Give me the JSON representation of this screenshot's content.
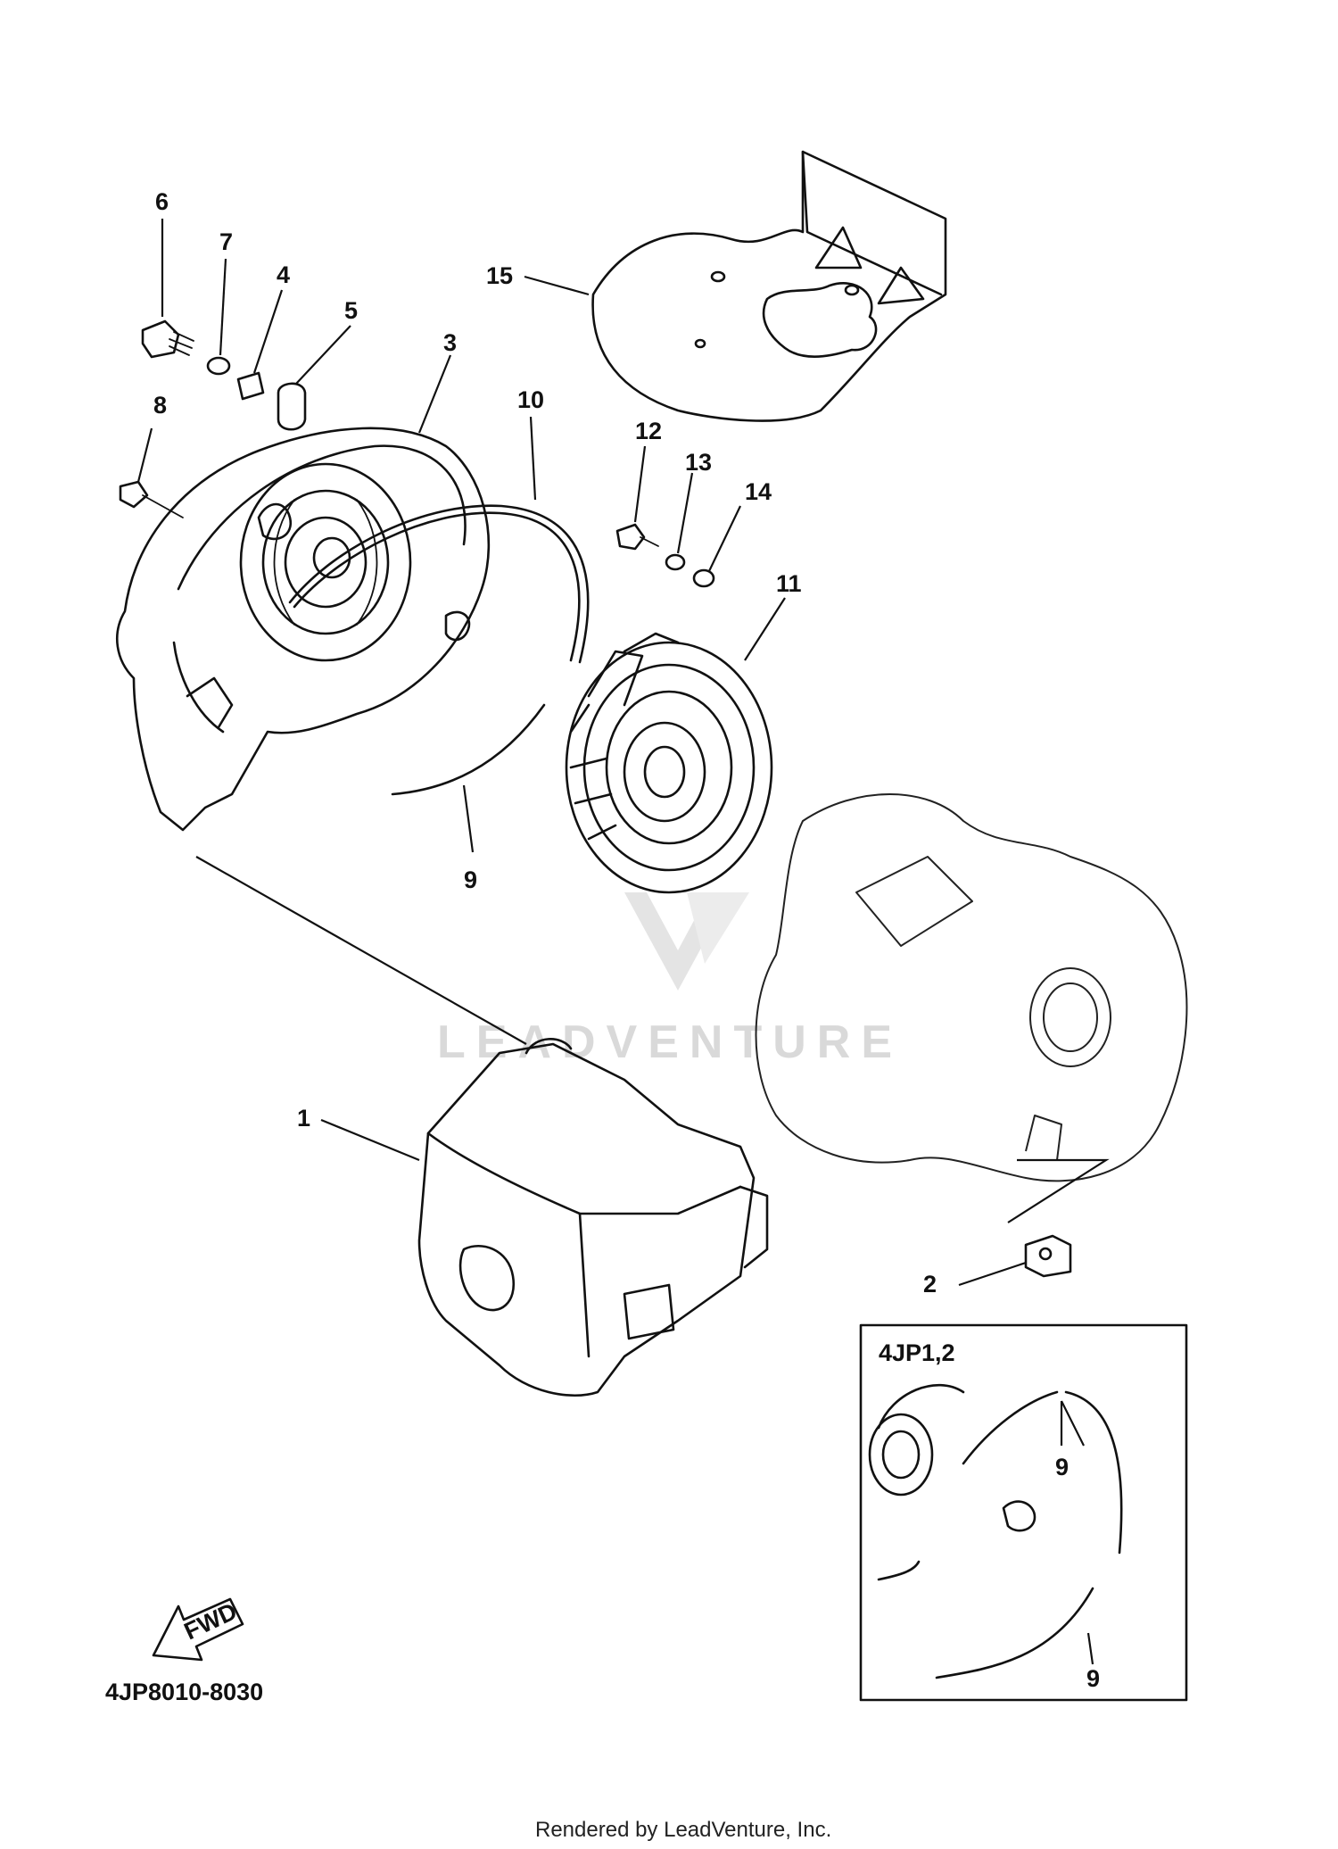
{
  "watermark": "LEADVENTURE",
  "diagram_code": "4JP8010-8030",
  "footer": "Rendered by LeadVenture, Inc.",
  "fwd_label": "FWD",
  "inset": {
    "title": "4JP1,2",
    "callouts": [
      "9",
      "9"
    ]
  },
  "callouts": [
    "1",
    "2",
    "3",
    "4",
    "5",
    "6",
    "7",
    "8",
    "9",
    "10",
    "11",
    "12",
    "13",
    "14",
    "15"
  ]
}
